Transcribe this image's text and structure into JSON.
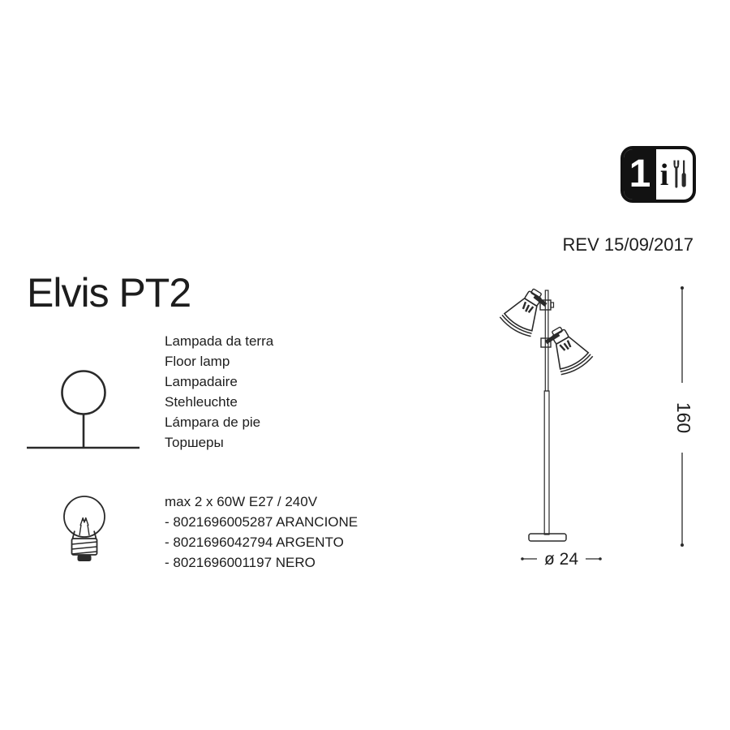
{
  "meta": {
    "revision": "REV 15/09/2017"
  },
  "badge": {
    "number": "1",
    "letter": "i"
  },
  "product": {
    "title": "Elvis PT2",
    "descriptions": [
      "Lampada da terra",
      "Floor lamp",
      "Lampadaire",
      "Stehleuchte",
      "Lámpara de pie",
      "Торшеры"
    ]
  },
  "specs": {
    "power": "max 2 x 60W E27 / 240V",
    "variants": [
      "- 8021696005287 ARANCIONE",
      "- 8021696042794 ARGENTO",
      "- 8021696001197 NERO"
    ]
  },
  "drawing": {
    "height_dimension": "160",
    "diameter_dimension": "ø 24"
  },
  "colors": {
    "ink": "#1d1d1d",
    "line": "#2a2a2a",
    "badge_black": "#121212",
    "background": "#ffffff"
  }
}
